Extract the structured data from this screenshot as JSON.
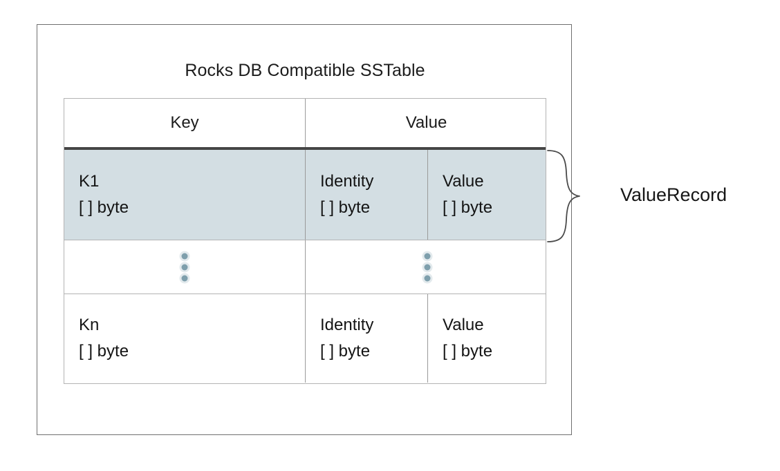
{
  "diagram": {
    "title": "Rocks DB Compatible SSTable",
    "colors": {
      "highlight_row": "#d3dee3",
      "header_separator": "#454545",
      "grid_line": "#b3b3b3",
      "outer_frame": "#6f6f6f",
      "ellipsis_dot": "#7e9fac",
      "text": "#1a1a1a"
    }
  },
  "table": {
    "headers": {
      "key": "Key",
      "value": "Value"
    },
    "rows": [
      {
        "kind": "record",
        "highlighted": true,
        "key": {
          "line1": "K1",
          "line2": "[ ] byte"
        },
        "identity": {
          "line1": "Identity",
          "line2": "[ ] byte"
        },
        "value": {
          "line1": "Value",
          "line2": "[ ] byte"
        }
      },
      {
        "kind": "ellipsis",
        "highlighted": false,
        "glyph": "vertical-ellipsis"
      },
      {
        "kind": "record",
        "highlighted": false,
        "key": {
          "line1": "Kn",
          "line2": "[ ] byte"
        },
        "identity": {
          "line1": "Identity",
          "line2": "[ ] byte"
        },
        "value": {
          "line1": "Value",
          "line2": "[ ] byte"
        }
      }
    ]
  },
  "annotation": {
    "brace_label": "ValueRecord",
    "brace_icon": "curly-brace-icon"
  }
}
